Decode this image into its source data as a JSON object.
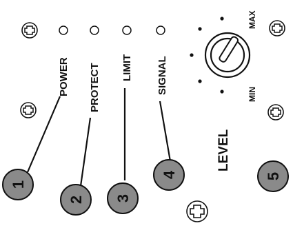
{
  "indicators": [
    {
      "label": "POWER"
    },
    {
      "label": "PROTECT"
    },
    {
      "label": "LIMIT"
    },
    {
      "label": "SIGNAL"
    }
  ],
  "knob": {
    "title": "LEVEL",
    "min_label": "MIN",
    "max_label": "MAX"
  },
  "callouts": [
    "1",
    "2",
    "3",
    "4",
    "5"
  ],
  "colors": {
    "callout_fill": "#8a8a8a",
    "ink": "#111111"
  }
}
